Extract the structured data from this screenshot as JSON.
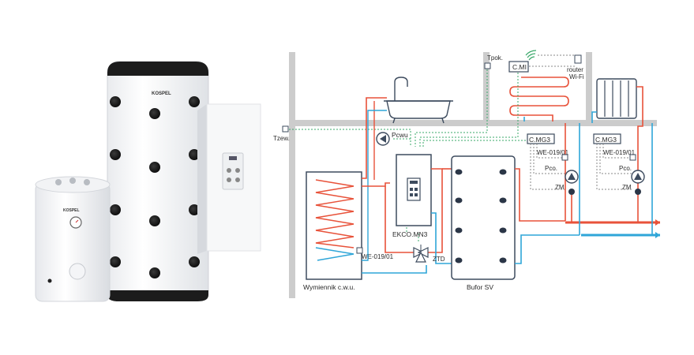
{
  "products": {
    "large_tank_brand": "KOSPEL",
    "small_tank_brand": "KOSPEL"
  },
  "schema": {
    "labels": {
      "tpok": "Tpok.",
      "cmi": "C.MI",
      "router_line1": "router",
      "router_line2": "Wi-Fi",
      "tzew": "Tzew.",
      "pcwu": "Pcwu",
      "ekco": "EKCO.MN3",
      "we_boiler": "WE-019/01",
      "ztd": "ZTD",
      "wymiennik": "Wymiennik c.w.u.",
      "bufor": "Bufor SV",
      "cmg_left": "C.MG3",
      "we_left": "WE-019/01",
      "pco_left": "Pco.",
      "zm_left": "ZM",
      "cmg_right": "C.MG3",
      "we_right": "WE-019/01",
      "pco_right": "Pco.",
      "zm_right": "ZM"
    }
  },
  "colors": {
    "hot": "#e8523a",
    "cold": "#2fa6d8",
    "control": "#3aa86a",
    "wall": "#cccccc",
    "device_outline": "#3d4b5e"
  }
}
